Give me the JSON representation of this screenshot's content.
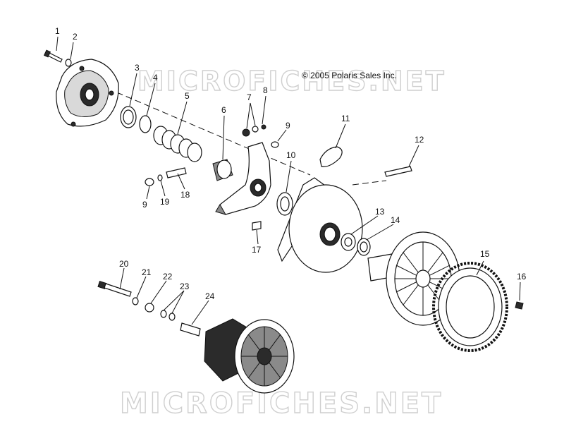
{
  "copyright": "© 2005 Polaris Sales Inc.",
  "watermark_top": "MICROFICHES.NET",
  "watermark_bottom": "MICROFICHES.NET",
  "callouts": {
    "c1": "1",
    "c2": "2",
    "c3": "3",
    "c4": "4",
    "c5": "5",
    "c6": "6",
    "c7": "7",
    "c8": "8",
    "c9a": "9",
    "c9b": "9",
    "c10": "10",
    "c11": "11",
    "c12": "12",
    "c13": "13",
    "c14": "14",
    "c15": "15",
    "c16": "16",
    "c17": "17",
    "c18": "18",
    "c19": "19",
    "c20": "20",
    "c21": "21",
    "c22": "22",
    "c23": "23",
    "c24": "24"
  }
}
